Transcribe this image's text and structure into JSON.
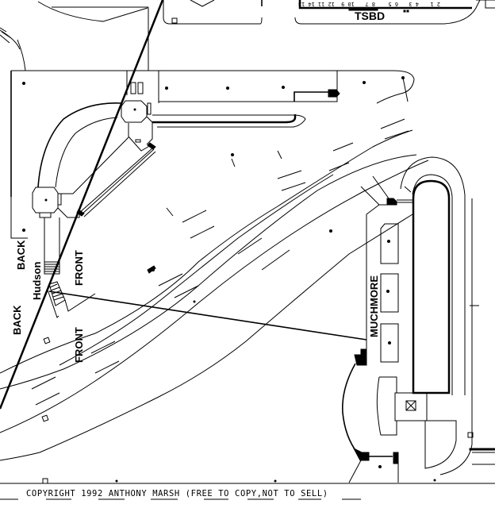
{
  "map": {
    "title": "Dealey Plaza witness positions",
    "labels": {
      "building": "TSBD",
      "witness_1": "Hudson",
      "witness_2": "MUCHMORE",
      "back_upper": "BACK",
      "back_lower": "BACK",
      "front_upper": "FRONT",
      "front_lower": "FRONT"
    },
    "window_numbers": [
      "14 13",
      "12 11",
      "10 9",
      "8 7",
      "6 5",
      "4 3",
      "2 1"
    ],
    "copyright": "COPYRIGHT 1992 ANTHONY MARSH (FREE TO COPY,NOT TO SELL)"
  },
  "colors": {
    "ink": "#000000",
    "paper": "#ffffff"
  }
}
